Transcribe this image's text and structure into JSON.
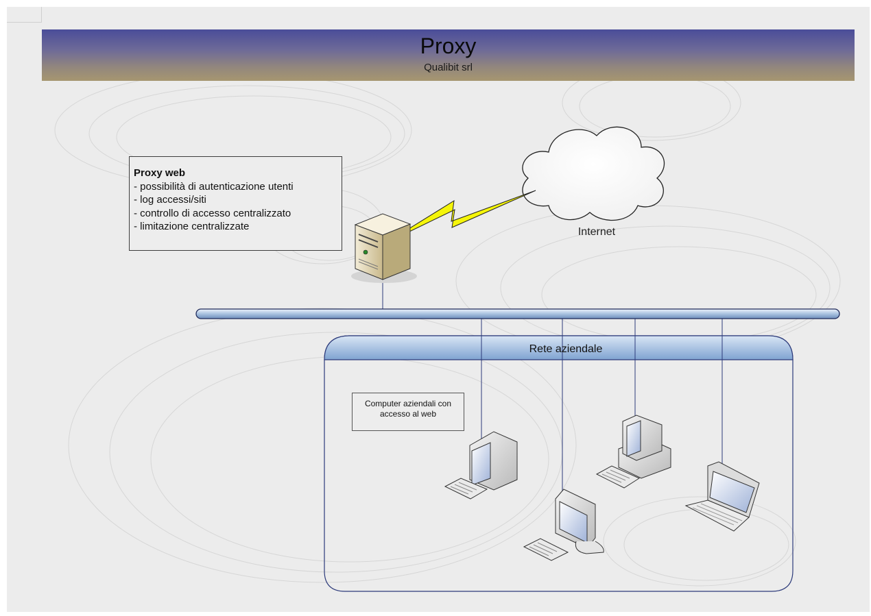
{
  "banner": {
    "title": "Proxy",
    "subtitle": "Qualibit srl"
  },
  "proxy_box": {
    "title": "Proxy web",
    "lines": [
      "- possibilità di autenticazione utenti",
      "- log accessi/siti",
      "- controllo di accesso centralizzato",
      "- limitazione centralizzate"
    ]
  },
  "internet": {
    "label": "Internet"
  },
  "network": {
    "label": "Rete aziendale",
    "note_lines": [
      "Computer aziendali con",
      "accesso al web"
    ]
  },
  "icons": [
    "server-icon",
    "cloud-icon",
    "lightning-bolt-icon",
    "desktop-computer-icon",
    "workstation-icon",
    "flat-monitor-icon",
    "laptop-icon"
  ],
  "colors": {
    "banner_top": "#4a4d99",
    "banner_bottom": "#a69670",
    "bus": "#a9c2e0",
    "bolt": "#f5f50a",
    "network_header": "#8fb1da"
  }
}
